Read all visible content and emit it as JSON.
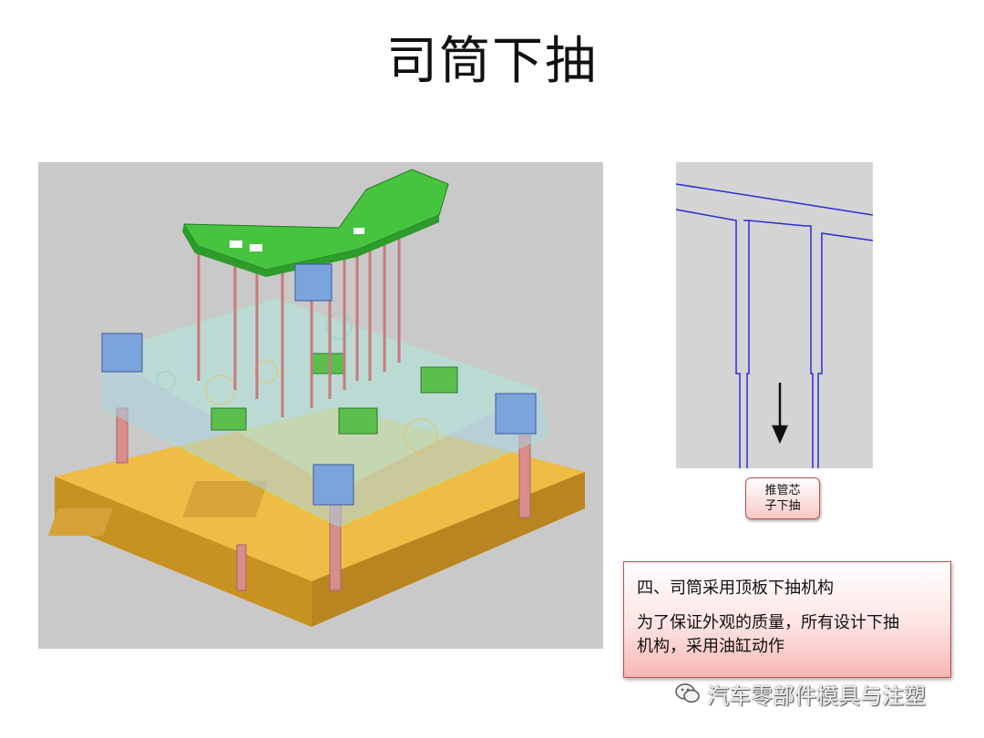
{
  "slide": {
    "title": "司筒下抽"
  },
  "callout": {
    "line1": "推管芯",
    "line2": "子下抽"
  },
  "note": {
    "heading": "四、司筒采用顶板下抽机构",
    "body_line1": "为了保证外观的质量，所有设计下抽",
    "body_line2": "机构，采用油缸动作"
  },
  "brand": {
    "text": "汽车零部件模具与注塑",
    "icon": "wechat-icon"
  },
  "colors": {
    "plate_yellow": "#e8b23a",
    "part_green": "#3fc43a",
    "block_blue": "#6f9ad6",
    "pin_red": "#c98080",
    "section_line": "#2b2bd6",
    "accent_red": "#c0504d"
  }
}
